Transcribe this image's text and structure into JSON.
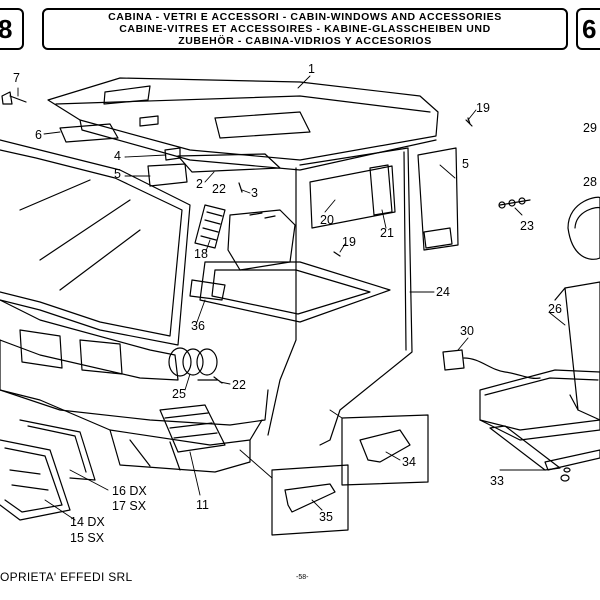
{
  "header": {
    "page_left": "8",
    "page_right": "6",
    "title_lines": [
      "CABINA - VETRI E ACCESSORI - CABIN-WINDOWS AND ACCESSORIES",
      "CABINE-VITRES ET ACCESSOIRES - KABINE-GLASSCHEIBEN UND",
      "ZUBEHÖR - CABINA-VIDRIOS Y ACCESORIOS"
    ]
  },
  "callouts": {
    "c1": "1",
    "c2": "2",
    "c3": "3",
    "c4": "4",
    "c5a": "5",
    "c5b": "5",
    "c6": "6",
    "c7": "7",
    "c11": "11",
    "c14": "14 DX",
    "c15": "15 SX",
    "c16": "16 DX",
    "c17": "17 SX",
    "c18": "18",
    "c19a": "19",
    "c19b": "19",
    "c20": "20",
    "c21": "21",
    "c22a": "22",
    "c22b": "22",
    "c23": "23",
    "c24": "24",
    "c25": "25",
    "c26": "26",
    "c28": "28",
    "c29": "29",
    "c30": "30",
    "c33": "33",
    "c34": "34",
    "c35": "35",
    "c36": "36"
  },
  "footer": {
    "left_text": "OPRIETA' EFFEDI SRL",
    "page_number": "-58-"
  }
}
